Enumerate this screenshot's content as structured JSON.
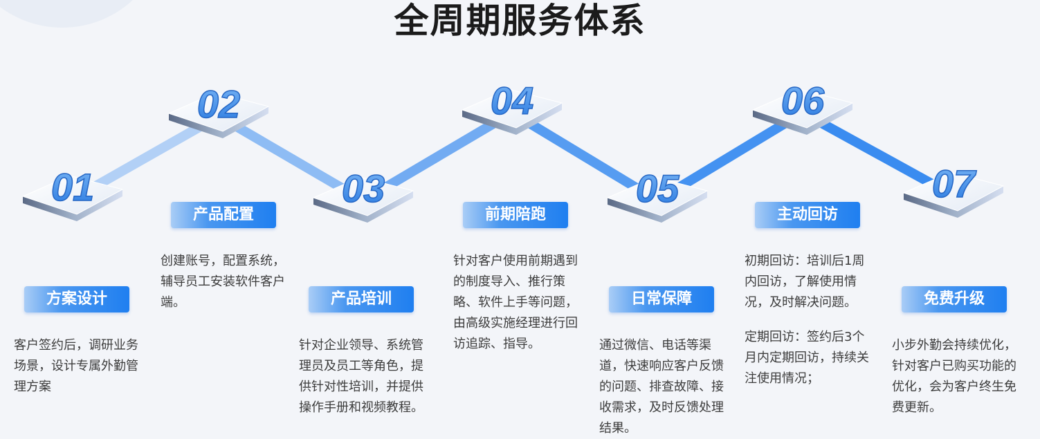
{
  "title": "全周期服务体系",
  "colors": {
    "accent": "#1f7ff0",
    "number": "#3d8ee8",
    "text": "#3c3c3c"
  },
  "steps": [
    {
      "number": "01",
      "label": "方案设计",
      "desc": [
        "客户签约后，调研业务场景，设计专属外勤管理方案"
      ]
    },
    {
      "number": "02",
      "label": "产品配置",
      "desc": [
        "创建账号，配置系统，辅导员工安装软件客户端。"
      ]
    },
    {
      "number": "03",
      "label": "产品培训",
      "desc": [
        "针对企业领导、系统管理员及员工等角色，提供针对性培训，并提供操作手册和视频教程。"
      ]
    },
    {
      "number": "04",
      "label": "前期陪跑",
      "desc": [
        "针对客户使用前期遇到的制度导入、推行策略、软件上手等问题，由高级实施经理进行回访追踪、指导。"
      ]
    },
    {
      "number": "05",
      "label": "日常保障",
      "desc": [
        "通过微信、电话等渠道，快速响应客户反馈的问题、排查故障、接收需求，及时反馈处理结果。"
      ]
    },
    {
      "number": "06",
      "label": "主动回访",
      "desc": [
        "初期回访：培训后1周内回访，了解使用情况，及时解决问题。",
        "定期回访：签约后3个月内定期回访，持续关注使用情况；"
      ]
    },
    {
      "number": "07",
      "label": "免费升级",
      "desc": [
        "小步外勤会持续优化，针对客户已购买功能的优化，会为客户终生免费更新。"
      ]
    }
  ]
}
